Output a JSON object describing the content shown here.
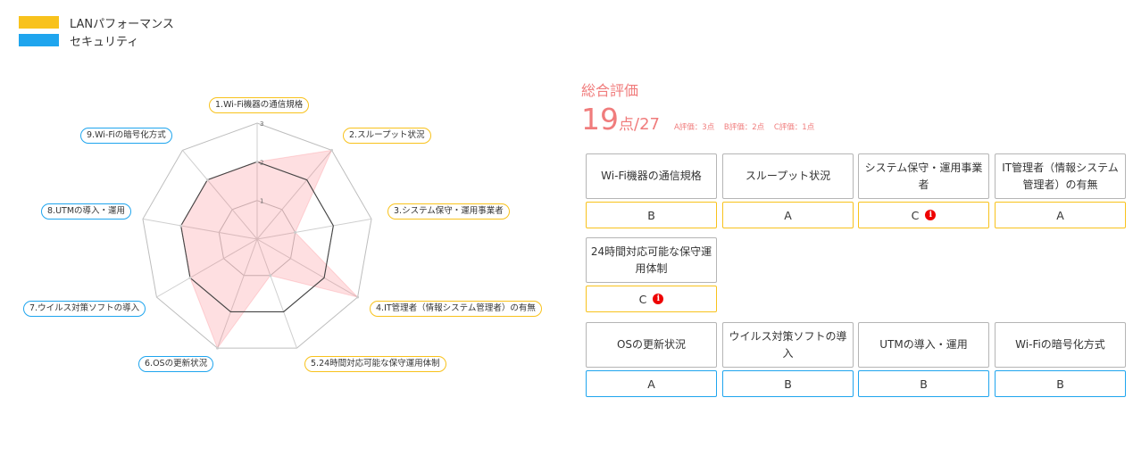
{
  "colors": {
    "lan": "#f8c21c",
    "security": "#1fa5ee",
    "accent": "#f07c7c",
    "info": "#e00000"
  },
  "legend": [
    {
      "label": "LANパフォーマンス",
      "color": "#f8c21c"
    },
    {
      "label": "セキュリティ",
      "color": "#1fa5ee"
    }
  ],
  "chart_data": {
    "type": "radar",
    "scale_max": 3,
    "tick_labels": [
      "1",
      "2",
      "3"
    ],
    "axes": [
      {
        "label": "1.Wi-Fi機器の通信規格",
        "value": 2,
        "group": "lan"
      },
      {
        "label": "2.スループット状況",
        "value": 3,
        "group": "lan"
      },
      {
        "label": "3.システム保守・運用事業者",
        "value": 1,
        "group": "lan"
      },
      {
        "label": "4.IT管理者（情報システム管理者）の有無",
        "value": 3,
        "group": "lan"
      },
      {
        "label": "5.24時間対応可能な保守運用体制",
        "value": 1,
        "group": "lan"
      },
      {
        "label": "6.OSの更新状況",
        "value": 3,
        "group": "security"
      },
      {
        "label": "7.ウイルス対策ソフトの導入",
        "value": 2,
        "group": "security"
      },
      {
        "label": "8.UTMの導入・運用",
        "value": 2,
        "group": "security"
      },
      {
        "label": "9.Wi-Fiの暗号化方式",
        "value": 2,
        "group": "security"
      }
    ]
  },
  "summary": {
    "title": "総合評価",
    "score": "19",
    "unit": "点",
    "total": "/27",
    "grade_legend": [
      "A評価：3点",
      "B評価：2点",
      "C評価：1点"
    ]
  },
  "cards": [
    {
      "title": "Wi-Fi機器の通信規格",
      "grade": "B",
      "group": "lan",
      "info": false
    },
    {
      "title": "スループット状況",
      "grade": "A",
      "group": "lan",
      "info": false
    },
    {
      "title": "システム保守・運用事業者",
      "grade": "C",
      "group": "lan",
      "info": true
    },
    {
      "title": "IT管理者（情報システム管理者）の有無",
      "grade": "A",
      "group": "lan",
      "info": false
    },
    {
      "title": "24時間対応可能な保守運用体制",
      "grade": "C",
      "group": "lan",
      "info": true
    },
    {
      "title": "OSの更新状況",
      "grade": "A",
      "group": "security",
      "info": false
    },
    {
      "title": "ウイルス対策ソフトの導入",
      "grade": "B",
      "group": "security",
      "info": false
    },
    {
      "title": "UTMの導入・運用",
      "grade": "B",
      "group": "security",
      "info": false
    },
    {
      "title": "Wi-Fiの暗号化方式",
      "grade": "B",
      "group": "security",
      "info": false
    }
  ]
}
